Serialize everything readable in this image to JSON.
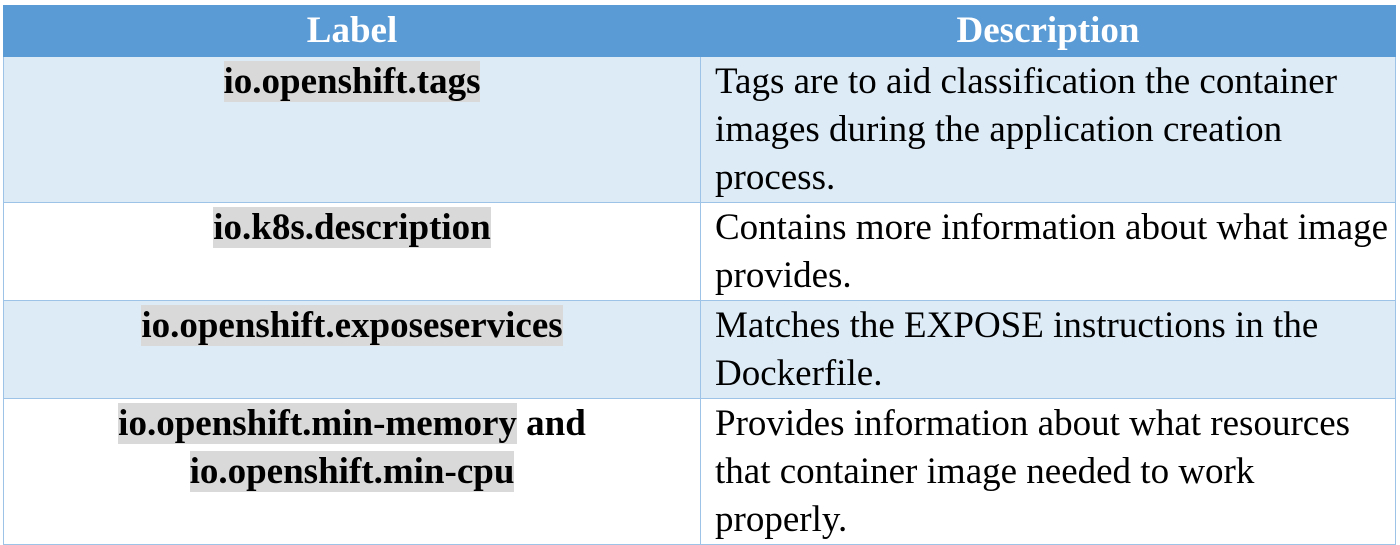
{
  "table": {
    "headers": {
      "label": "Label",
      "description": "Description"
    },
    "rows": [
      {
        "label_parts": [
          "io.openshift.tags"
        ],
        "description": "Tags are to aid classification the container images during the application creation process."
      },
      {
        "label_parts": [
          "io.k8s.description"
        ],
        "description": "Contains more information about what image provides."
      },
      {
        "label_parts": [
          "io.openshift.exposeservices"
        ],
        "description": "Matches the EXPOSE instructions in the Dockerfile."
      },
      {
        "label_parts": [
          "io.openshift.min-memory",
          " and",
          "io.openshift.min-cpu"
        ],
        "description": "Provides information about what resources that container image needed to work properly."
      }
    ]
  },
  "colors": {
    "header_bg": "#5b9bd5",
    "band_bg": "#ddebf7",
    "border": "#9dc3e6",
    "highlight": "#d9d9d9"
  }
}
